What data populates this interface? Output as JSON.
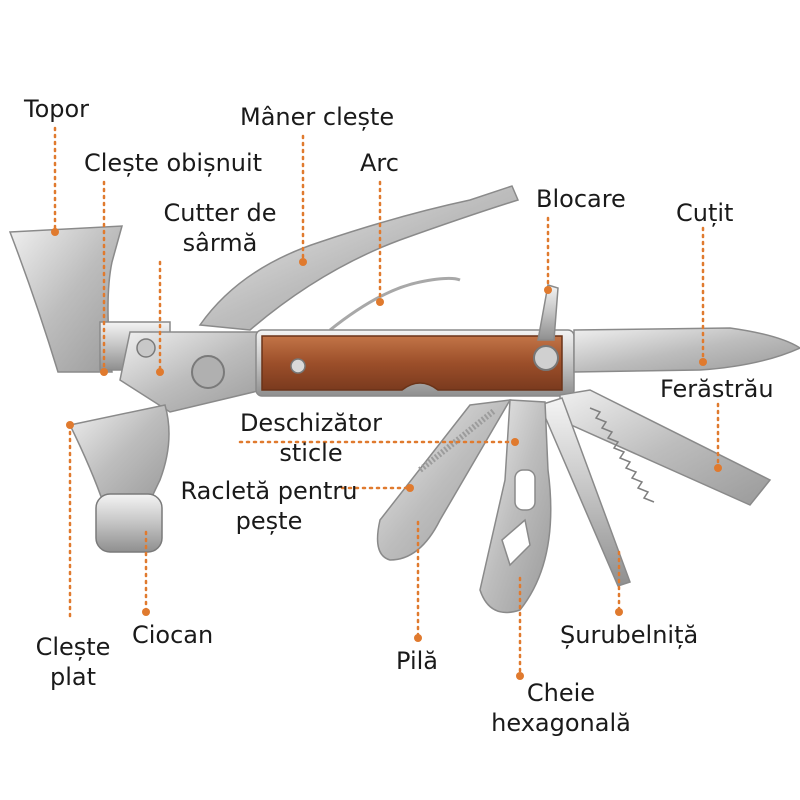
{
  "accent_color": "#e07a2e",
  "labels": {
    "topor": "Topor",
    "maner_cleste": "Mâner clește",
    "cleste_obisnuit": "Clește obișnuit",
    "arc": "Arc",
    "cutter_l1": "Cutter de",
    "cutter_l2": "sârmă",
    "blocare": "Blocare",
    "cutit": "Cuțit",
    "ferastrau": "Ferăstrău",
    "deschizator_l1": "Deschizător",
    "deschizator_l2": "sticle",
    "racleta_l1": "Racletă pentru",
    "racleta_l2": "pește",
    "cleste_plat_l1": "Clește",
    "cleste_plat_l2": "plat",
    "ciocan": "Ciocan",
    "pila": "Pilă",
    "surubelnita": "Șurubelniță",
    "cheie_l1": "Cheie",
    "cheie_l2": "hexagonală"
  }
}
